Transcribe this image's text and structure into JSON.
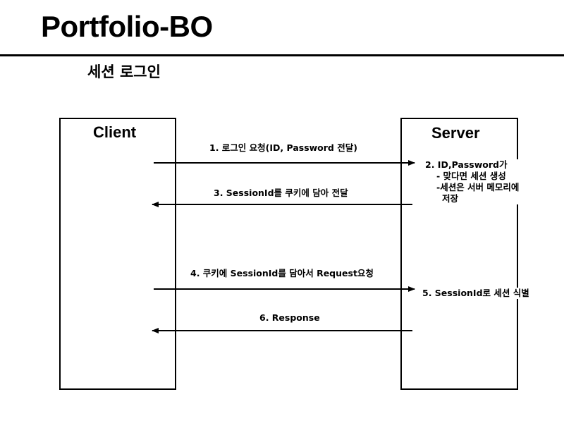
{
  "title": "Portfolio-BO",
  "subtitle": "세션 로그인",
  "participants": {
    "client": "Client",
    "server": "Server"
  },
  "messages": [
    {
      "label": "1. 로그인 요청(ID, Password 전달)",
      "direction": "client-to-server"
    },
    {
      "label": "3. SessionId를 쿠키에 담아 전달",
      "direction": "server-to-client"
    },
    {
      "label": "4. 쿠키에 SessionId를 담아서 Request요청",
      "direction": "client-to-server"
    },
    {
      "label": "6. Response",
      "direction": "server-to-client"
    }
  ],
  "server_notes": {
    "step2": [
      "2. ID,Password가",
      "- 맞다면 세션 생성",
      "-세션은 서버 메모리에",
      "저장"
    ],
    "step5": "5. SessionId로 세션 식별"
  }
}
